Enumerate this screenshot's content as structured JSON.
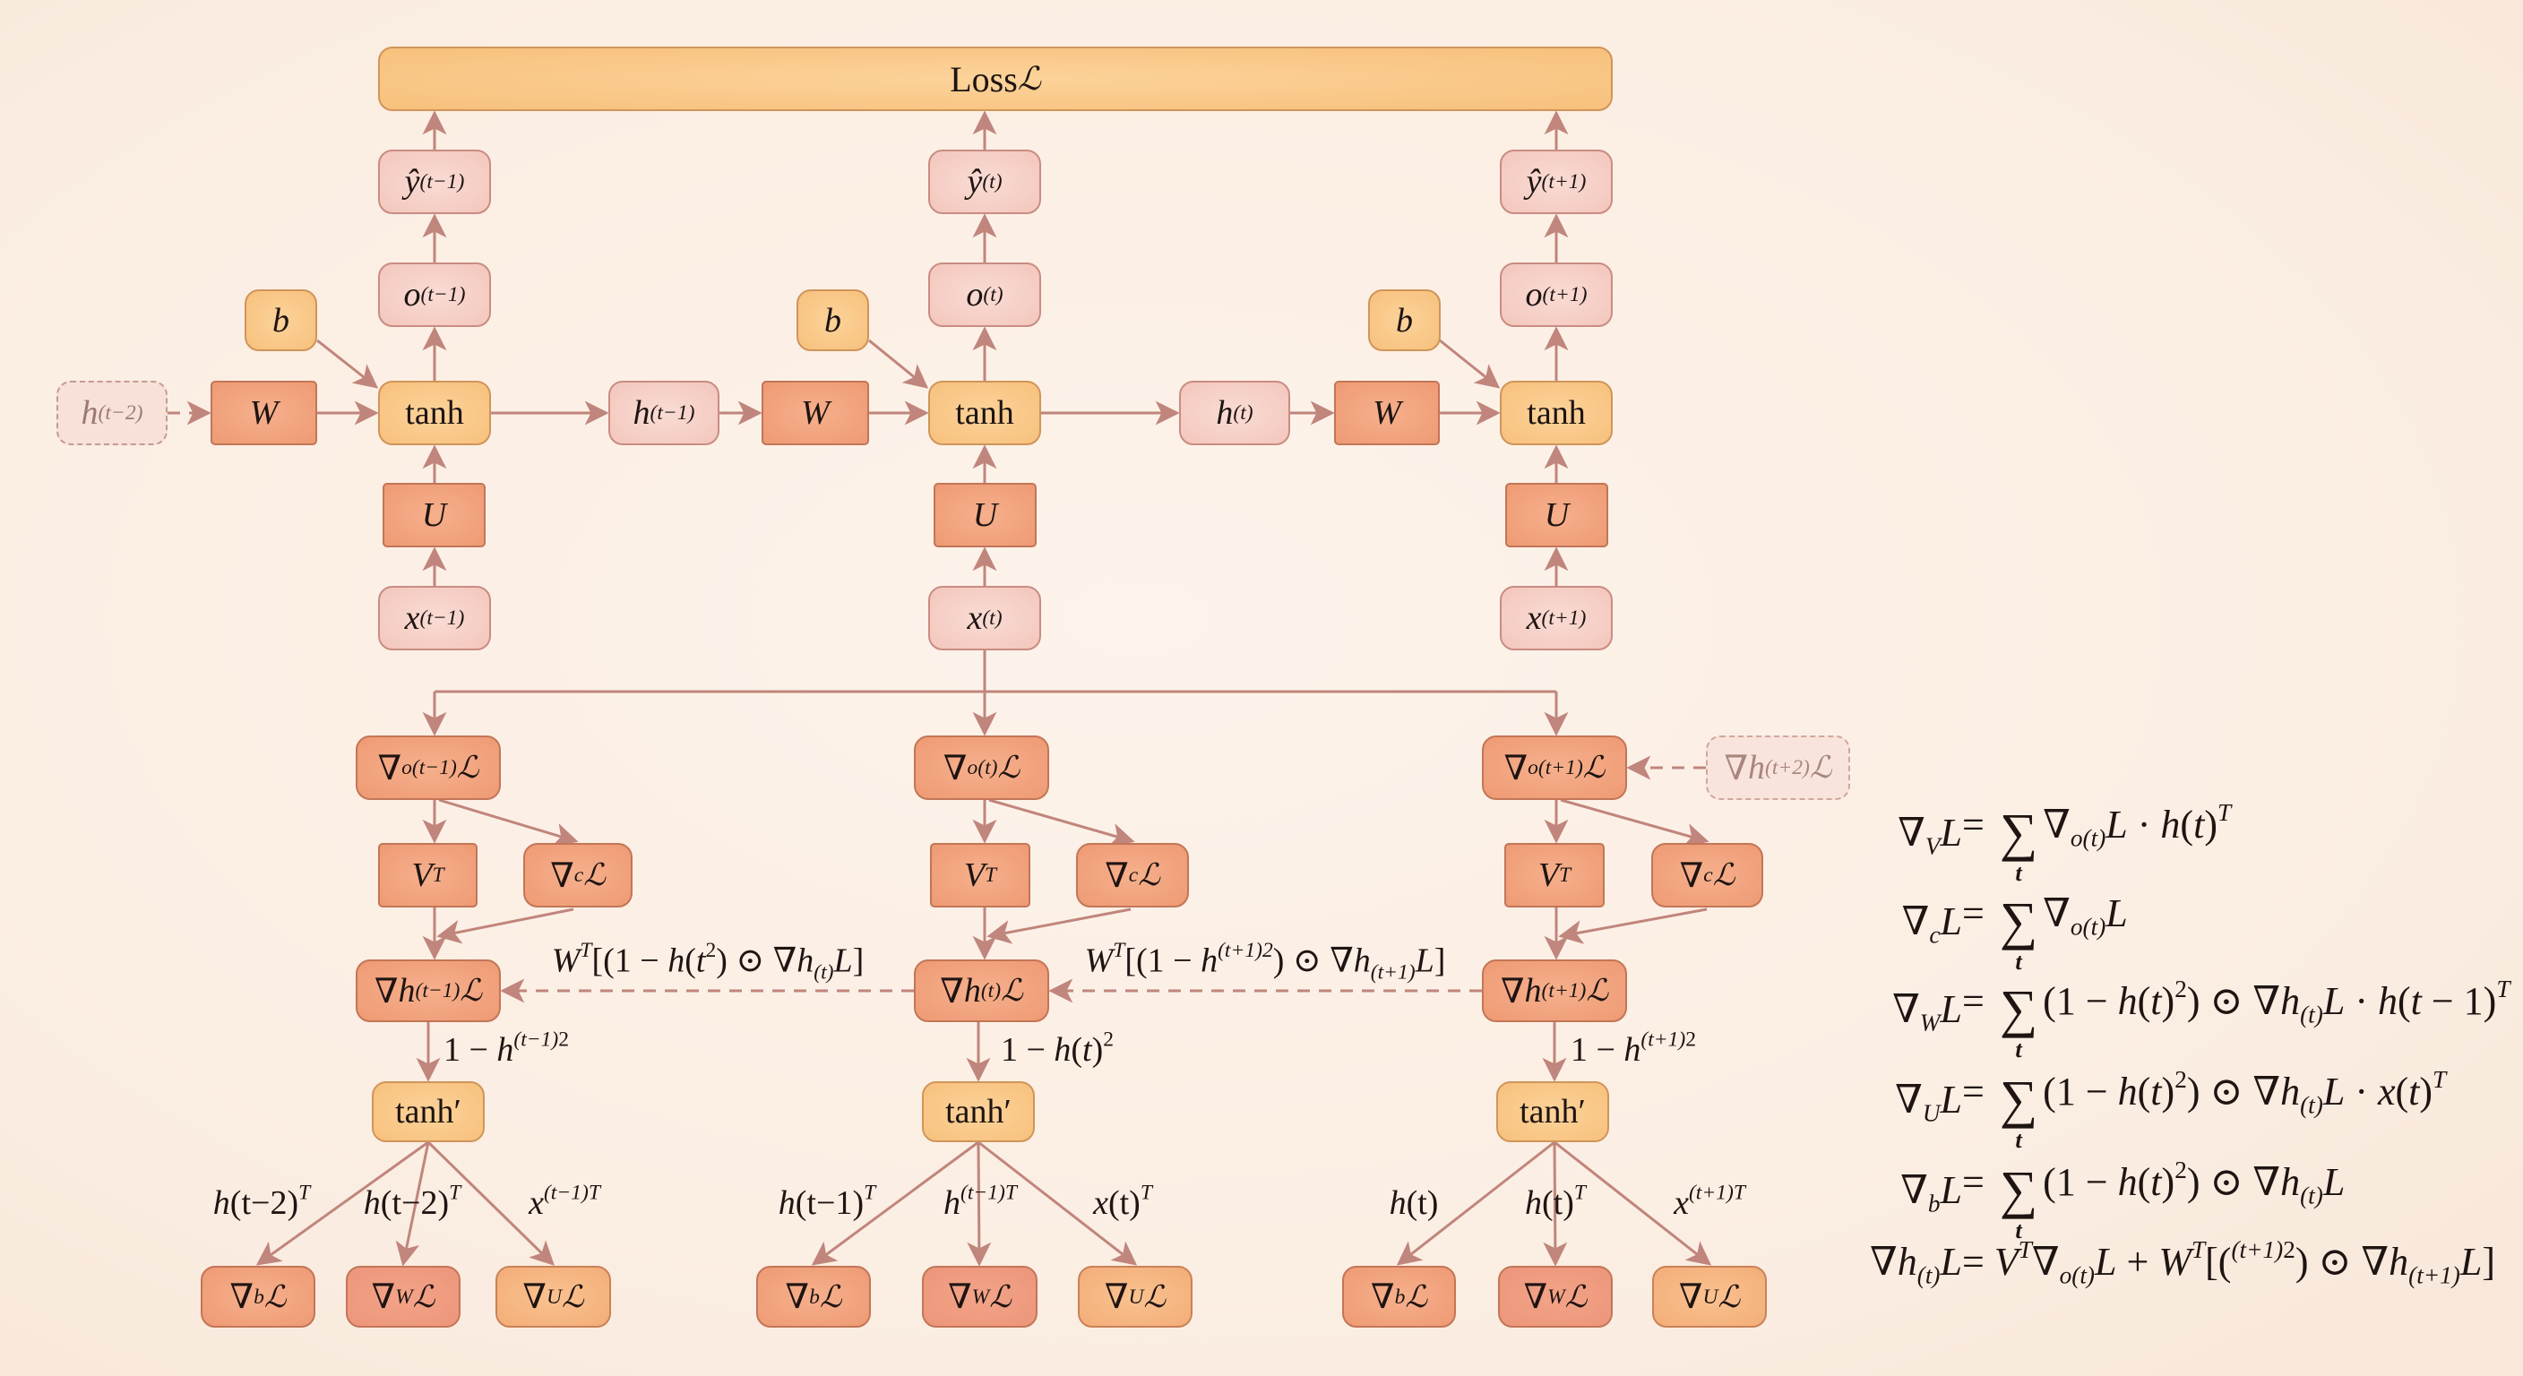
{
  "colors": {
    "background": "#fbeee3",
    "edge": "#c0857c",
    "pink": "#f6cfc6",
    "orange": "#f2a27a",
    "yellow": "#f9c98a"
  },
  "nodes": {
    "loss": [
      {
        "s": "r",
        "t": "Loss "
      },
      {
        "s": "c",
        "t": "ℒ"
      }
    ],
    "yhat1": [
      {
        "s": "i",
        "t": "ŷ"
      },
      {
        "s": "sup",
        "t": "(t−1)"
      }
    ],
    "yhat2": [
      {
        "s": "i",
        "t": "ŷ"
      },
      {
        "s": "sup",
        "t": "(t)"
      }
    ],
    "yhat3": [
      {
        "s": "i",
        "t": "ŷ"
      },
      {
        "s": "sup",
        "t": "(t+1)"
      }
    ],
    "o1": [
      {
        "s": "i",
        "t": "o"
      },
      {
        "s": "sup",
        "t": "(t−1)"
      }
    ],
    "o2": [
      {
        "s": "i",
        "t": "o"
      },
      {
        "s": "sup",
        "t": "(t)"
      }
    ],
    "o3": [
      {
        "s": "i",
        "t": "o"
      },
      {
        "s": "sup",
        "t": "(t+1)"
      }
    ],
    "b1": [
      {
        "s": "i",
        "t": "b"
      }
    ],
    "b2": [
      {
        "s": "i",
        "t": "b"
      }
    ],
    "b3": [
      {
        "s": "i",
        "t": "b"
      }
    ],
    "hprev": [
      {
        "s": "i",
        "t": "h"
      },
      {
        "s": "sup",
        "t": "(t−2)"
      }
    ],
    "W1": [
      {
        "s": "i",
        "t": "W"
      }
    ],
    "W2": [
      {
        "s": "i",
        "t": "W"
      }
    ],
    "W3": [
      {
        "s": "i",
        "t": "W"
      }
    ],
    "tanh1": [
      {
        "s": "r",
        "t": "tanh"
      }
    ],
    "tanh2": [
      {
        "s": "r",
        "t": "tanh"
      }
    ],
    "tanh3": [
      {
        "s": "r",
        "t": "tanh"
      }
    ],
    "h1": [
      {
        "s": "i",
        "t": "h"
      },
      {
        "s": "sup",
        "t": "(t−1)"
      }
    ],
    "h2": [
      {
        "s": "i",
        "t": "h"
      },
      {
        "s": "sup",
        "t": "(t)"
      }
    ],
    "U1": [
      {
        "s": "i",
        "t": "U"
      }
    ],
    "U2": [
      {
        "s": "i",
        "t": "U"
      }
    ],
    "U3": [
      {
        "s": "i",
        "t": "U"
      }
    ],
    "x1": [
      {
        "s": "i",
        "t": "x"
      },
      {
        "s": "sup",
        "t": "(t−1)"
      }
    ],
    "x2": [
      {
        "s": "i",
        "t": "x"
      },
      {
        "s": "sup",
        "t": "(t)"
      }
    ],
    "x3": [
      {
        "s": "i",
        "t": "x"
      },
      {
        "s": "sup",
        "t": "(t+1)"
      }
    ],
    "do1": [
      {
        "s": "r",
        "t": "∇"
      },
      {
        "s": "sub",
        "t": "o"
      },
      {
        "s": "sup",
        "t": "(t−1)"
      },
      {
        "s": "c",
        "t": "ℒ"
      }
    ],
    "do2": [
      {
        "s": "r",
        "t": "∇"
      },
      {
        "s": "sub",
        "t": "o(t)"
      },
      {
        "s": "c",
        "t": "ℒ"
      }
    ],
    "do3": [
      {
        "s": "r",
        "t": "∇"
      },
      {
        "s": "sub",
        "t": "o"
      },
      {
        "s": "sup",
        "t": "(t+1)"
      },
      {
        "s": "c",
        "t": "ℒ"
      }
    ],
    "dhnext": [
      {
        "s": "r",
        "t": "∇"
      },
      {
        "s": "i",
        "t": "h"
      },
      {
        "s": "sup",
        "t": "(t+2)"
      },
      {
        "s": "c",
        "t": "ℒ"
      }
    ],
    "VT1": [
      {
        "s": "i",
        "t": "V"
      },
      {
        "s": "sup",
        "t": "T"
      }
    ],
    "VT2": [
      {
        "s": "i",
        "t": "V"
      },
      {
        "s": "sup",
        "t": "T"
      }
    ],
    "VT3": [
      {
        "s": "i",
        "t": "V"
      },
      {
        "s": "sup",
        "t": "T"
      }
    ],
    "dc1": [
      {
        "s": "r",
        "t": "∇"
      },
      {
        "s": "sub",
        "t": "c"
      },
      {
        "s": "c",
        "t": "ℒ"
      }
    ],
    "dc2": [
      {
        "s": "r",
        "t": "∇"
      },
      {
        "s": "sub",
        "t": "c"
      },
      {
        "s": "c",
        "t": "ℒ"
      }
    ],
    "dc3": [
      {
        "s": "r",
        "t": "∇"
      },
      {
        "s": "sub",
        "t": "c"
      },
      {
        "s": "c",
        "t": "ℒ"
      }
    ],
    "dh1": [
      {
        "s": "r",
        "t": "∇"
      },
      {
        "s": "i",
        "t": "h"
      },
      {
        "s": "sup",
        "t": "(t−1)"
      },
      {
        "s": "c",
        "t": "ℒ"
      }
    ],
    "dh2": [
      {
        "s": "r",
        "t": "∇"
      },
      {
        "s": "i",
        "t": "h"
      },
      {
        "s": "sub",
        "t": "(t)"
      },
      {
        "s": "c",
        "t": "ℒ"
      }
    ],
    "dh3": [
      {
        "s": "r",
        "t": "∇"
      },
      {
        "s": "i",
        "t": "h"
      },
      {
        "s": "sup",
        "t": "(t+1)"
      },
      {
        "s": "c",
        "t": "ℒ"
      }
    ],
    "tp1": [
      {
        "s": "r",
        "t": "tanh′"
      }
    ],
    "tp2": [
      {
        "s": "r",
        "t": "tanh′"
      }
    ],
    "tp3": [
      {
        "s": "r",
        "t": "tanh′"
      }
    ],
    "db1": [
      {
        "s": "r",
        "t": "∇"
      },
      {
        "s": "sub",
        "t": "b"
      },
      {
        "s": "c",
        "t": "ℒ"
      }
    ],
    "dW1": [
      {
        "s": "r",
        "t": "∇"
      },
      {
        "s": "sub",
        "t": "W"
      },
      {
        "s": "c",
        "t": "ℒ"
      }
    ],
    "dU1": [
      {
        "s": "r",
        "t": "∇"
      },
      {
        "s": "sub",
        "t": "U"
      },
      {
        "s": "c",
        "t": "ℒ"
      }
    ],
    "db2": [
      {
        "s": "r",
        "t": "∇"
      },
      {
        "s": "sub",
        "t": "b"
      },
      {
        "s": "c",
        "t": "ℒ"
      }
    ],
    "dW2": [
      {
        "s": "r",
        "t": "∇"
      },
      {
        "s": "sub",
        "t": "W"
      },
      {
        "s": "c",
        "t": "ℒ"
      }
    ],
    "dU2": [
      {
        "s": "r",
        "t": "∇"
      },
      {
        "s": "sub",
        "t": "U"
      },
      {
        "s": "c",
        "t": "ℒ"
      }
    ],
    "db3": [
      {
        "s": "r",
        "t": "∇"
      },
      {
        "s": "sub",
        "t": "b"
      },
      {
        "s": "c",
        "t": "ℒ"
      }
    ],
    "dW3": [
      {
        "s": "r",
        "t": "∇"
      },
      {
        "s": "sub",
        "t": "W"
      },
      {
        "s": "c",
        "t": "ℒ"
      }
    ],
    "dU3": [
      {
        "s": "r",
        "t": "∇"
      },
      {
        "s": "sub",
        "t": "U"
      },
      {
        "s": "c",
        "t": "ℒ"
      }
    ]
  },
  "edge_labels": {
    "wt1": [
      {
        "s": "i",
        "t": "W"
      },
      {
        "s": "sup",
        "t": "T"
      },
      {
        "s": "r",
        "t": "[(1 − "
      },
      {
        "s": "i",
        "t": "h"
      },
      {
        "s": "r",
        "t": "("
      },
      {
        "s": "i",
        "t": "t"
      },
      {
        "s": "supr",
        "t": "2"
      },
      {
        "s": "r",
        "t": ") ⊙ ∇"
      },
      {
        "s": "i",
        "t": "h"
      },
      {
        "s": "sub",
        "t": "(t)"
      },
      {
        "s": "i",
        "t": "L"
      },
      {
        "s": "r",
        "t": "]"
      }
    ],
    "wt2": [
      {
        "s": "i",
        "t": "W"
      },
      {
        "s": "sup",
        "t": "T"
      },
      {
        "s": "r",
        "t": "[(1 − "
      },
      {
        "s": "i",
        "t": "h"
      },
      {
        "s": "sup",
        "t": "(t+1)2"
      },
      {
        "s": "r",
        "t": ") ⊙ ∇"
      },
      {
        "s": "i",
        "t": "h"
      },
      {
        "s": "sub",
        "t": "(t+1)"
      },
      {
        "s": "i",
        "t": "L"
      },
      {
        "s": "r",
        "t": "]"
      }
    ],
    "ld1": [
      {
        "s": "r",
        "t": "1 − "
      },
      {
        "s": "i",
        "t": "h"
      },
      {
        "s": "sup",
        "t": "(t−1)"
      },
      {
        "s": "supr",
        "t": "2"
      }
    ],
    "ld2": [
      {
        "s": "r",
        "t": "1 − "
      },
      {
        "s": "i",
        "t": "h"
      },
      {
        "s": "r",
        "t": "("
      },
      {
        "s": "i",
        "t": "t"
      },
      {
        "s": "r",
        "t": ")"
      },
      {
        "s": "supr",
        "t": "2"
      }
    ],
    "ld3": [
      {
        "s": "r",
        "t": "1 − "
      },
      {
        "s": "i",
        "t": "h"
      },
      {
        "s": "sup",
        "t": "(t+1)"
      },
      {
        "s": "supr",
        "t": "2"
      }
    ],
    "bl1a": [
      {
        "s": "i",
        "t": "h"
      },
      {
        "s": "r",
        "t": "(t−2)"
      },
      {
        "s": "sup",
        "t": "T"
      }
    ],
    "bl1b": [
      {
        "s": "i",
        "t": "h"
      },
      {
        "s": "r",
        "t": "(t−2)"
      },
      {
        "s": "sup",
        "t": "T"
      }
    ],
    "bl1c": [
      {
        "s": "i",
        "t": "x"
      },
      {
        "s": "sup",
        "t": "(t−1)T"
      }
    ],
    "bl2a": [
      {
        "s": "i",
        "t": "h"
      },
      {
        "s": "r",
        "t": "(t−1)"
      },
      {
        "s": "sup",
        "t": "T"
      }
    ],
    "bl2b": [
      {
        "s": "i",
        "t": "h"
      },
      {
        "s": "sup",
        "t": "(t−1)T"
      }
    ],
    "bl2c": [
      {
        "s": "i",
        "t": "x"
      },
      {
        "s": "r",
        "t": "(t)"
      },
      {
        "s": "sup",
        "t": "T"
      }
    ],
    "bl3a": [
      {
        "s": "i",
        "t": "h"
      },
      {
        "s": "r",
        "t": "(t)"
      }
    ],
    "bl3b": [
      {
        "s": "i",
        "t": "h"
      },
      {
        "s": "r",
        "t": "(t)"
      },
      {
        "s": "sup",
        "t": "T"
      }
    ],
    "bl3c": [
      {
        "s": "i",
        "t": "x"
      },
      {
        "s": "sup",
        "t": "(t+1)T"
      }
    ]
  },
  "equations": [
    {
      "lhs": [
        {
          "s": "r",
          "t": "∇"
        },
        {
          "s": "sub",
          "t": "V"
        },
        {
          "s": "i",
          "t": "L"
        }
      ],
      "rhs": [
        {
          "s": "r",
          "t": " = "
        },
        {
          "s": "sum",
          "t": "∑",
          "u": "t"
        },
        {
          "s": "r",
          "t": "∇"
        },
        {
          "s": "sub",
          "t": "o(t)"
        },
        {
          "s": "i",
          "t": "L"
        },
        {
          "s": "r",
          "t": " · "
        },
        {
          "s": "i",
          "t": "h"
        },
        {
          "s": "r",
          "t": "("
        },
        {
          "s": "i",
          "t": "t"
        },
        {
          "s": "r",
          "t": ")"
        },
        {
          "s": "sup",
          "t": "T"
        }
      ]
    },
    {
      "lhs": [
        {
          "s": "r",
          "t": "∇"
        },
        {
          "s": "sub",
          "t": "c"
        },
        {
          "s": "i",
          "t": "L"
        }
      ],
      "rhs": [
        {
          "s": "r",
          "t": " = "
        },
        {
          "s": "sum",
          "t": "∑",
          "u": "t"
        },
        {
          "s": "r",
          "t": "∇"
        },
        {
          "s": "sub",
          "t": "o(t)"
        },
        {
          "s": "i",
          "t": "L"
        }
      ]
    },
    {
      "lhs": [
        {
          "s": "r",
          "t": "∇"
        },
        {
          "s": "sub",
          "t": "W"
        },
        {
          "s": "i",
          "t": "L"
        }
      ],
      "rhs": [
        {
          "s": "r",
          "t": " = "
        },
        {
          "s": "sum",
          "t": "∑",
          "u": "t"
        },
        {
          "s": "r",
          "t": "(1 − "
        },
        {
          "s": "i",
          "t": "h"
        },
        {
          "s": "r",
          "t": "("
        },
        {
          "s": "i",
          "t": "t"
        },
        {
          "s": "r",
          "t": ")"
        },
        {
          "s": "supr",
          "t": "2"
        },
        {
          "s": "r",
          "t": ") ⊙ ∇"
        },
        {
          "s": "i",
          "t": "h"
        },
        {
          "s": "sub",
          "t": "(t)"
        },
        {
          "s": "i",
          "t": "L"
        },
        {
          "s": "r",
          "t": " · "
        },
        {
          "s": "i",
          "t": "h"
        },
        {
          "s": "r",
          "t": "("
        },
        {
          "s": "i",
          "t": "t"
        },
        {
          "s": "r",
          "t": " − 1)"
        },
        {
          "s": "sup",
          "t": "T"
        }
      ]
    },
    {
      "lhs": [
        {
          "s": "r",
          "t": "∇"
        },
        {
          "s": "sub",
          "t": "U"
        },
        {
          "s": "i",
          "t": "L"
        }
      ],
      "rhs": [
        {
          "s": "r",
          "t": " = "
        },
        {
          "s": "sum",
          "t": "∑",
          "u": "t"
        },
        {
          "s": "r",
          "t": "(1 − "
        },
        {
          "s": "i",
          "t": "h"
        },
        {
          "s": "r",
          "t": "("
        },
        {
          "s": "i",
          "t": "t"
        },
        {
          "s": "r",
          "t": ")"
        },
        {
          "s": "supr",
          "t": "2"
        },
        {
          "s": "r",
          "t": ") ⊙ ∇"
        },
        {
          "s": "i",
          "t": "h"
        },
        {
          "s": "sub",
          "t": "(t)"
        },
        {
          "s": "i",
          "t": "L"
        },
        {
          "s": "r",
          "t": " · "
        },
        {
          "s": "i",
          "t": "x"
        },
        {
          "s": "r",
          "t": "("
        },
        {
          "s": "i",
          "t": "t"
        },
        {
          "s": "r",
          "t": ")"
        },
        {
          "s": "sup",
          "t": "T"
        }
      ]
    },
    {
      "lhs": [
        {
          "s": "r",
          "t": "∇"
        },
        {
          "s": "sub",
          "t": "b"
        },
        {
          "s": "i",
          "t": "L"
        }
      ],
      "rhs": [
        {
          "s": "r",
          "t": " = "
        },
        {
          "s": "sum",
          "t": "∑",
          "u": "t"
        },
        {
          "s": "r",
          "t": "(1 − "
        },
        {
          "s": "i",
          "t": "h"
        },
        {
          "s": "r",
          "t": "("
        },
        {
          "s": "i",
          "t": "t"
        },
        {
          "s": "r",
          "t": ")"
        },
        {
          "s": "supr",
          "t": "2"
        },
        {
          "s": "r",
          "t": ") ⊙ ∇"
        },
        {
          "s": "i",
          "t": "h"
        },
        {
          "s": "sub",
          "t": "(t)"
        },
        {
          "s": "i",
          "t": "L"
        }
      ]
    },
    {
      "lhs": [
        {
          "s": "r",
          "t": "∇"
        },
        {
          "s": "i",
          "t": "h"
        },
        {
          "s": "sub",
          "t": "(t)"
        },
        {
          "s": "i",
          "t": "L"
        }
      ],
      "rhs": [
        {
          "s": "r",
          "t": " = "
        },
        {
          "s": "i",
          "t": "V"
        },
        {
          "s": "sup",
          "t": "T"
        },
        {
          "s": "r",
          "t": "∇"
        },
        {
          "s": "sub",
          "t": "o(t)"
        },
        {
          "s": "i",
          "t": "L"
        },
        {
          "s": "r",
          "t": " + "
        },
        {
          "s": "i",
          "t": "W"
        },
        {
          "s": "sup",
          "t": "T"
        },
        {
          "s": "r",
          "t": "[("
        },
        {
          "s": "sup",
          "t": "(t+1)"
        },
        {
          "s": "supr",
          "t": "2"
        },
        {
          "s": "r",
          "t": ") ⊙ ∇"
        },
        {
          "s": "i",
          "t": "h"
        },
        {
          "s": "sub",
          "t": "(t+1)"
        },
        {
          "s": "i",
          "t": "L"
        },
        {
          "s": "r",
          "t": "]"
        }
      ]
    }
  ]
}
